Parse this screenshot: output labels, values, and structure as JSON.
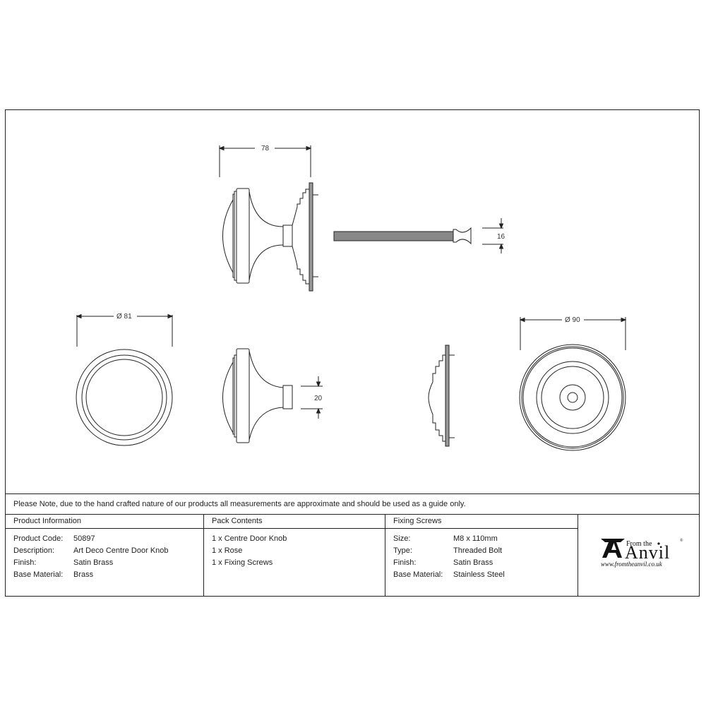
{
  "drawing": {
    "dimensions": {
      "side_width": "78",
      "bolt_head": "16",
      "knob_diameter": "Ø 81",
      "spindle": "20",
      "rose_diameter": "Ø 90"
    }
  },
  "note": "Please Note, due to the hand crafted nature of our products all measurements are approximate and should be used as a guide only.",
  "product_info": {
    "title": "Product Information",
    "rows": [
      {
        "label": "Product Code:",
        "value": "50897"
      },
      {
        "label": "Description:",
        "value": "Art Deco Centre Door Knob"
      },
      {
        "label": "Finish:",
        "value": "Satin Brass"
      },
      {
        "label": "Base Material:",
        "value": "Brass"
      }
    ]
  },
  "pack_contents": {
    "title": "Pack Contents",
    "items": [
      "1 x Centre Door Knob",
      "1 x Rose",
      "1 x Fixing Screws"
    ]
  },
  "fixing_screws": {
    "title": "Fixing Screws",
    "rows": [
      {
        "label": "Size:",
        "value": "M8 x 110mm"
      },
      {
        "label": "Type:",
        "value": "Threaded Bolt"
      },
      {
        "label": "Finish:",
        "value": "Satin Brass"
      },
      {
        "label": "Base Material:",
        "value": "Stainless Steel"
      }
    ]
  },
  "logo": {
    "from_the": "From the",
    "brand": "Anvil",
    "registered": "®",
    "url": "www.fromtheanvil.co.uk"
  }
}
